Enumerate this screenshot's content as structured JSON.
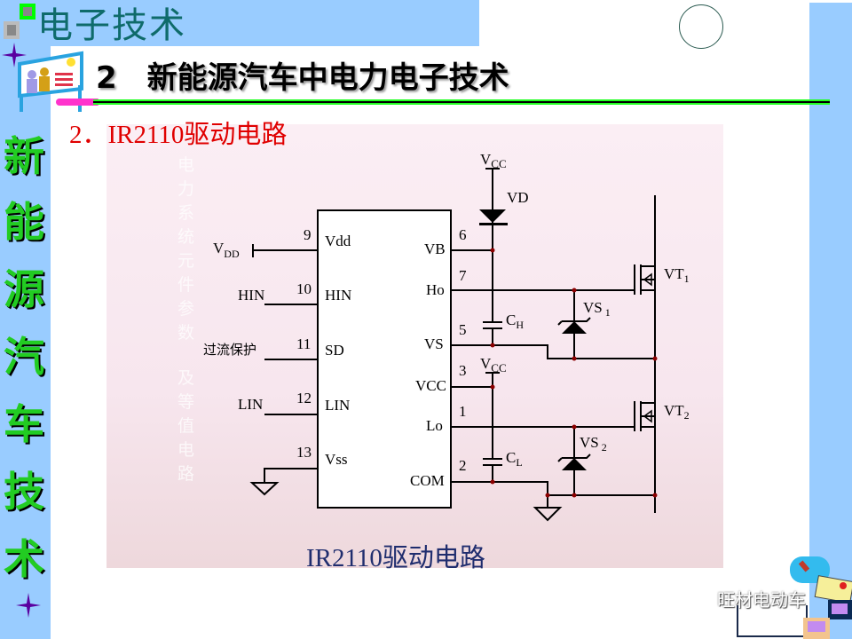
{
  "header": {
    "title": "电子技术"
  },
  "slide": {
    "title": "2　新能源汽车中电力电子技术",
    "subtitle": "2．IR2110驱动电路",
    "side_chars": [
      "新",
      "能",
      "源",
      "汽",
      "车",
      "技",
      "术"
    ],
    "caption": "IR2110驱动电路",
    "faint_column": [
      "电",
      "力",
      "系",
      "统",
      "元",
      "件",
      "参",
      "数",
      "及",
      "等",
      "值",
      "电",
      "路"
    ]
  },
  "circuit": {
    "chip_left_pins": [
      {
        "num": "9",
        "name": "Vdd"
      },
      {
        "num": "10",
        "name": "HIN"
      },
      {
        "num": "11",
        "name": "SD"
      },
      {
        "num": "12",
        "name": "LIN"
      },
      {
        "num": "13",
        "name": "Vss"
      }
    ],
    "chip_right_pins": [
      {
        "num": "6",
        "name": "VB"
      },
      {
        "num": "7",
        "name": "Ho"
      },
      {
        "num": "5",
        "name": "VS"
      },
      {
        "num": "3",
        "name": "VCC"
      },
      {
        "num": "1",
        "name": "Lo"
      },
      {
        "num": "2",
        "name": "COM"
      }
    ],
    "inputs": {
      "vdd": "V",
      "vdd_sub": "DD",
      "hin": "HIN",
      "sd": "过流保护",
      "lin": "LIN"
    },
    "vcc_top": "V",
    "vcc_top_sub": "CC",
    "vcc_mid": "V",
    "vcc_mid_sub": "CC",
    "diode": "VD",
    "cap_high": "C",
    "cap_high_sub": "H",
    "cap_low": "C",
    "cap_low_sub": "L",
    "zener1": "VS",
    "zener1_sub": "1",
    "zener2": "VS",
    "zener2_sub": "2",
    "mos1": "VT",
    "mos1_sub": "1",
    "mos2": "VT",
    "mos2_sub": "2"
  },
  "watermark": {
    "text": "旺材电动车",
    "icon": "wechat-icon"
  },
  "colors": {
    "sidebar": "#99ccff",
    "header": "#0f6b6b",
    "subtitle": "#e00000",
    "side_chars": "#22cc22",
    "caption": "#1f2d6e",
    "node": "#8b0000"
  }
}
